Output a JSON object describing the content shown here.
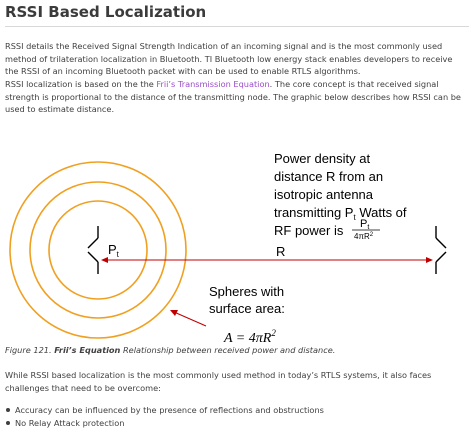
{
  "page": {
    "title": "RSSI Based Localization",
    "para1": "RSSI details the Received Signal Strength Indication of an incoming signal and is the most commonly used method of trilateration localization in Bluetooth. TI Bluetooth low energy stack enables developers to receive the RSSI of an incoming Bluetooth packet with can be used to enable RTLS algorithms.",
    "para2_before": "RSSI localization is based on the the ",
    "para2_link": "Frii’s Transmission Equation",
    "para2_after": ". The core concept is that received signal strength is proportional to the distance of the transmitting node. The graphic below describes how RSSI can be used to estimate distance.",
    "caption_num": "Figure 121. ",
    "caption_bold": "Frii’s Equation",
    "caption_rest": " Relationship between received power and distance.",
    "para3": "While RSSI based localization is the most commonly used method in today’s RTLS systems, it also faces challenges that need to be overcome:",
    "bullets": [
      "Accuracy can be influenced by the presence of reflections and obstructions",
      "No Relay Attack protection"
    ]
  },
  "figure": {
    "pt_label": "P",
    "pt_sub": "t",
    "r_label": "R",
    "power_line1": "Power density at",
    "power_line2": "distance R from an",
    "power_line3": "isotropic antenna",
    "power_line4_a": "transmitting P",
    "power_line4_sub": "t",
    "power_line4_b": " Watts of",
    "power_line5": "RF power is",
    "frac_num": "P",
    "frac_num_sub": "t",
    "frac_den": "4πR",
    "frac_den_sup": "2",
    "spheres_line1": "Spheres with",
    "spheres_line2": "surface area:",
    "area_formula": "A = 4πR",
    "area_sup": "2",
    "colors": {
      "rings": "#f0a020",
      "arrow": "#c00000",
      "line": "#000000"
    }
  }
}
